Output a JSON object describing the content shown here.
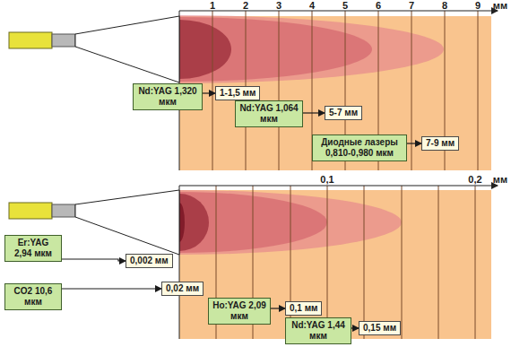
{
  "diagram": {
    "nodes": [
      {
        "text": [
          "Nd:YAG 1,320 мкм"
        ]
      },
      {
        "text": [
          "1-1,5 мм"
        ]
      },
      {
        "text": [
          "Nd:YAG 1,064 мкм"
        ]
      },
      {
        "text": [
          "5-7 мм"
        ]
      },
      {
        "text": [
          "Диодные лазеры 0,810-0,980 мкм"
        ]
      },
      {
        "text": [
          "7-9 мм"
        ]
      },
      {
        "text": [
          "Er:YAG 2,94 мкм"
        ]
      },
      {
        "text": [
          "0,002 мм"
        ]
      },
      {
        "text": [
          "CO2 10,6 мкм"
        ]
      },
      {
        "text": [
          "0,02 мм"
        ]
      },
      {
        "text": [
          "Ho:YAG 2,09 мкм"
        ]
      },
      {
        "text": [
          "0,1 мм"
        ]
      },
      {
        "text": [
          "Nd:YAG 1,44 мкм"
        ]
      },
      {
        "text": [
          "0,15 мм"
        ]
      }
    ],
    "edges": [
      {
        "from": 0,
        "to": 1,
        "arrow": "to"
      },
      {
        "from": 2,
        "to": 3,
        "arrow": "to"
      },
      {
        "from": 4,
        "to": 5,
        "arrow": "to"
      },
      {
        "from": 6,
        "to": 7,
        "arrow": "to"
      },
      {
        "from": 8,
        "to": 9,
        "arrow": "to"
      },
      {
        "from": 10,
        "to": 11,
        "arrow": "to"
      },
      {
        "from": 12,
        "to": 13,
        "arrow": "to"
      }
    ],
    "labels": [
      "1",
      "2",
      "3",
      "4",
      "5",
      "6",
      "7",
      "8",
      "9",
      "мм",
      "0,1",
      "0,2",
      "мм"
    ]
  }
}
